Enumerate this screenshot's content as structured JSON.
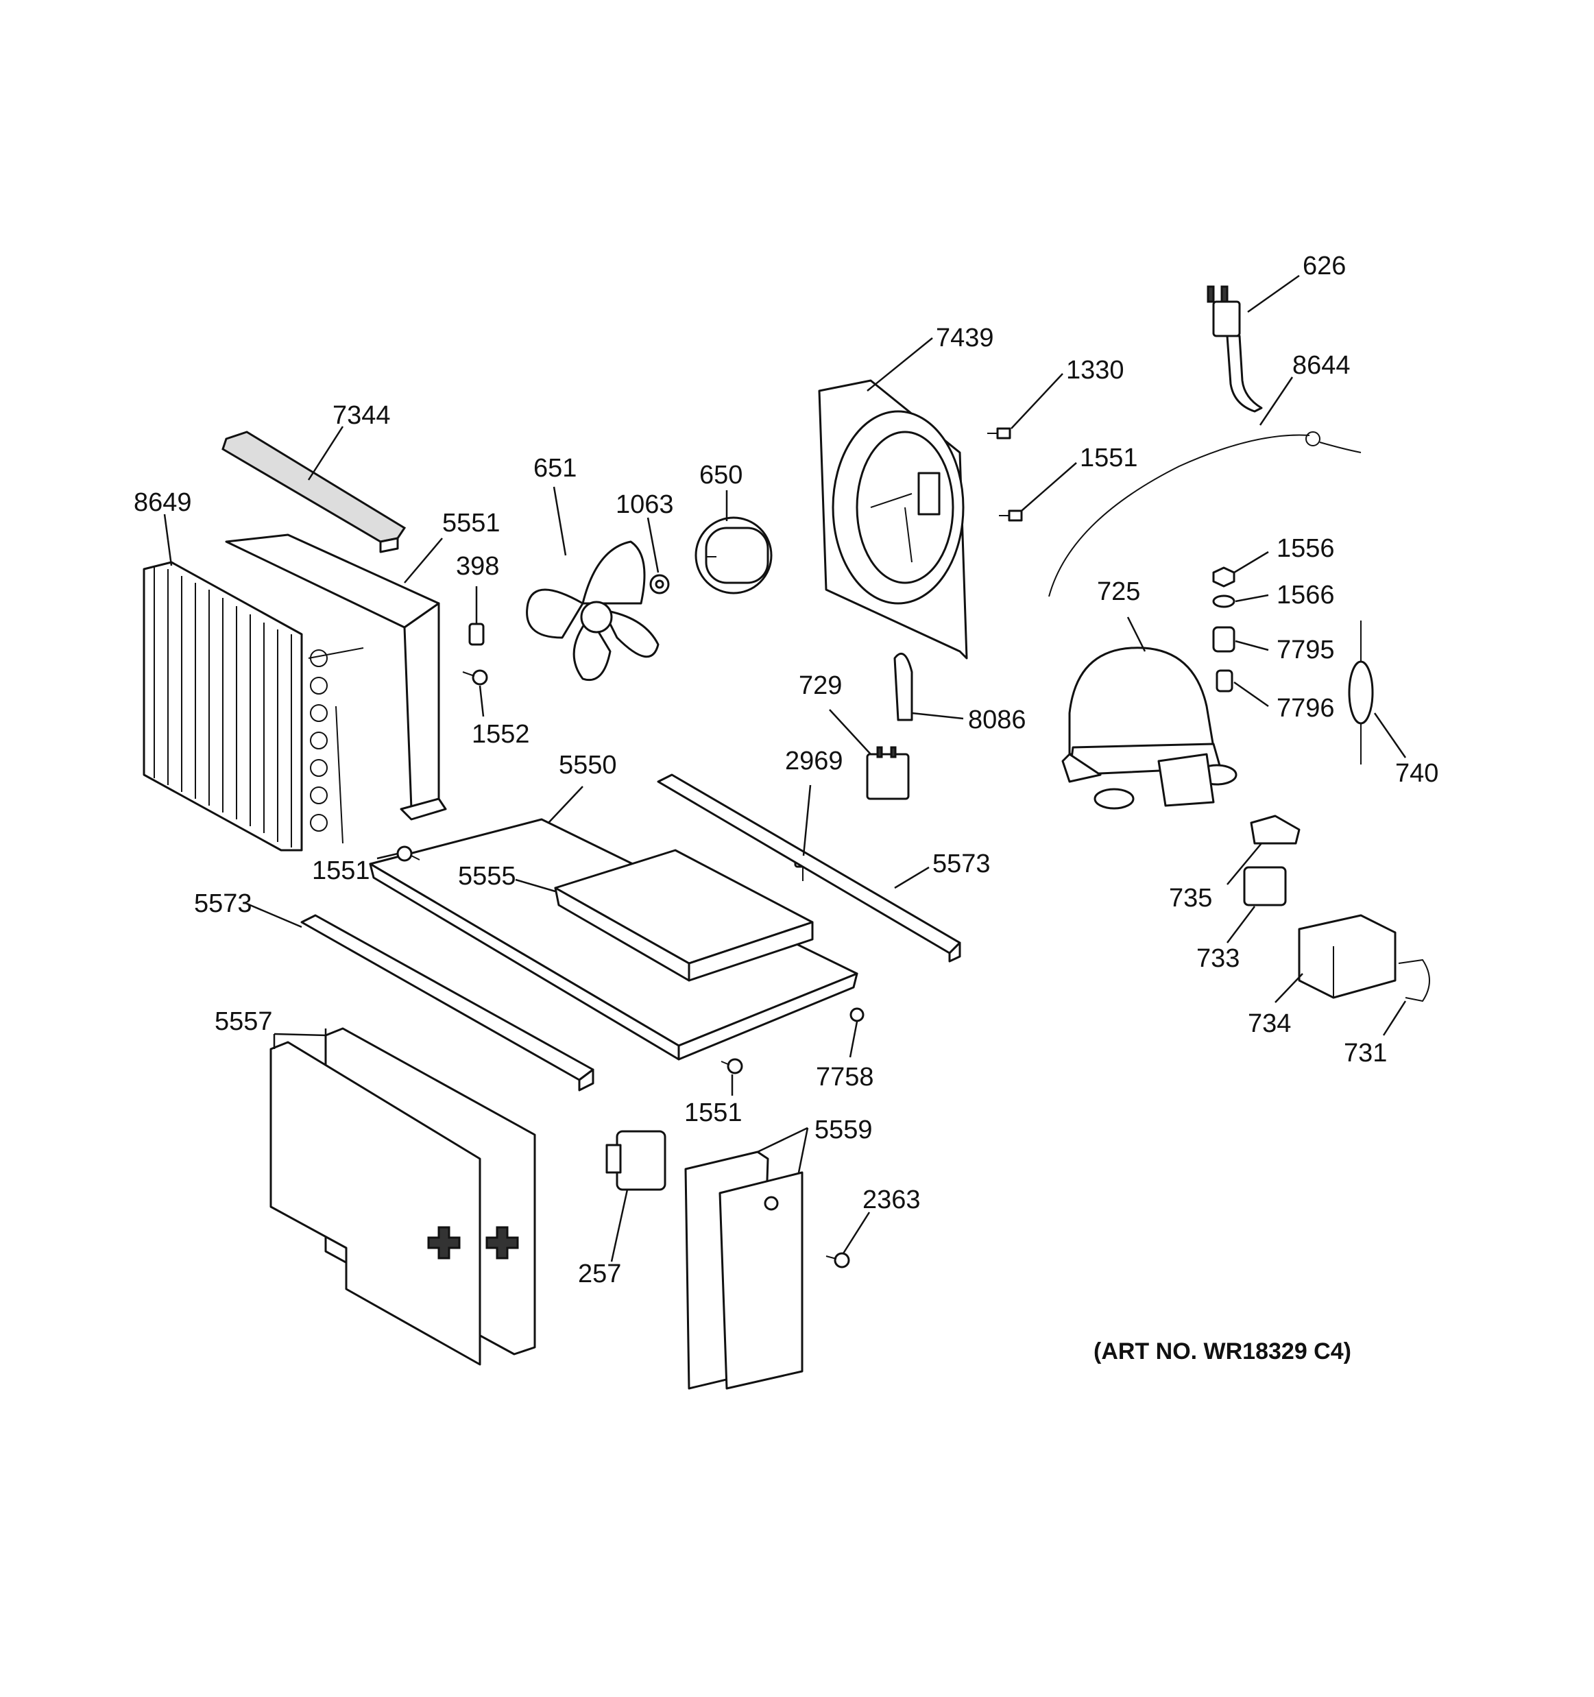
{
  "callouts": {
    "c626": "626",
    "c8644": "8644",
    "c7439": "7439",
    "c1330": "1330",
    "c1551_top": "1551",
    "c7344": "7344",
    "c651": "651",
    "c1063": "1063",
    "c650": "650",
    "c8649": "8649",
    "c5551": "5551",
    "c398": "398",
    "c1552": "1552",
    "c1556": "1556",
    "c1566": "1566",
    "c725": "725",
    "c7795": "7795",
    "c7796": "7796",
    "c740": "740",
    "c729": "729",
    "c8086": "8086",
    "c5550": "5550",
    "c2969": "2969",
    "c5573_right": "5573",
    "c1551_left": "1551",
    "c5555": "5555",
    "c5573_left": "5573",
    "c735": "735",
    "c733": "733",
    "c734": "734",
    "c731": "731",
    "c5557": "5557",
    "c7758": "7758",
    "c1551_bottom": "1551",
    "c5559": "5559",
    "c2363": "2363",
    "c257": "257"
  },
  "art_number": "(ART NO. WR18329 C4)"
}
